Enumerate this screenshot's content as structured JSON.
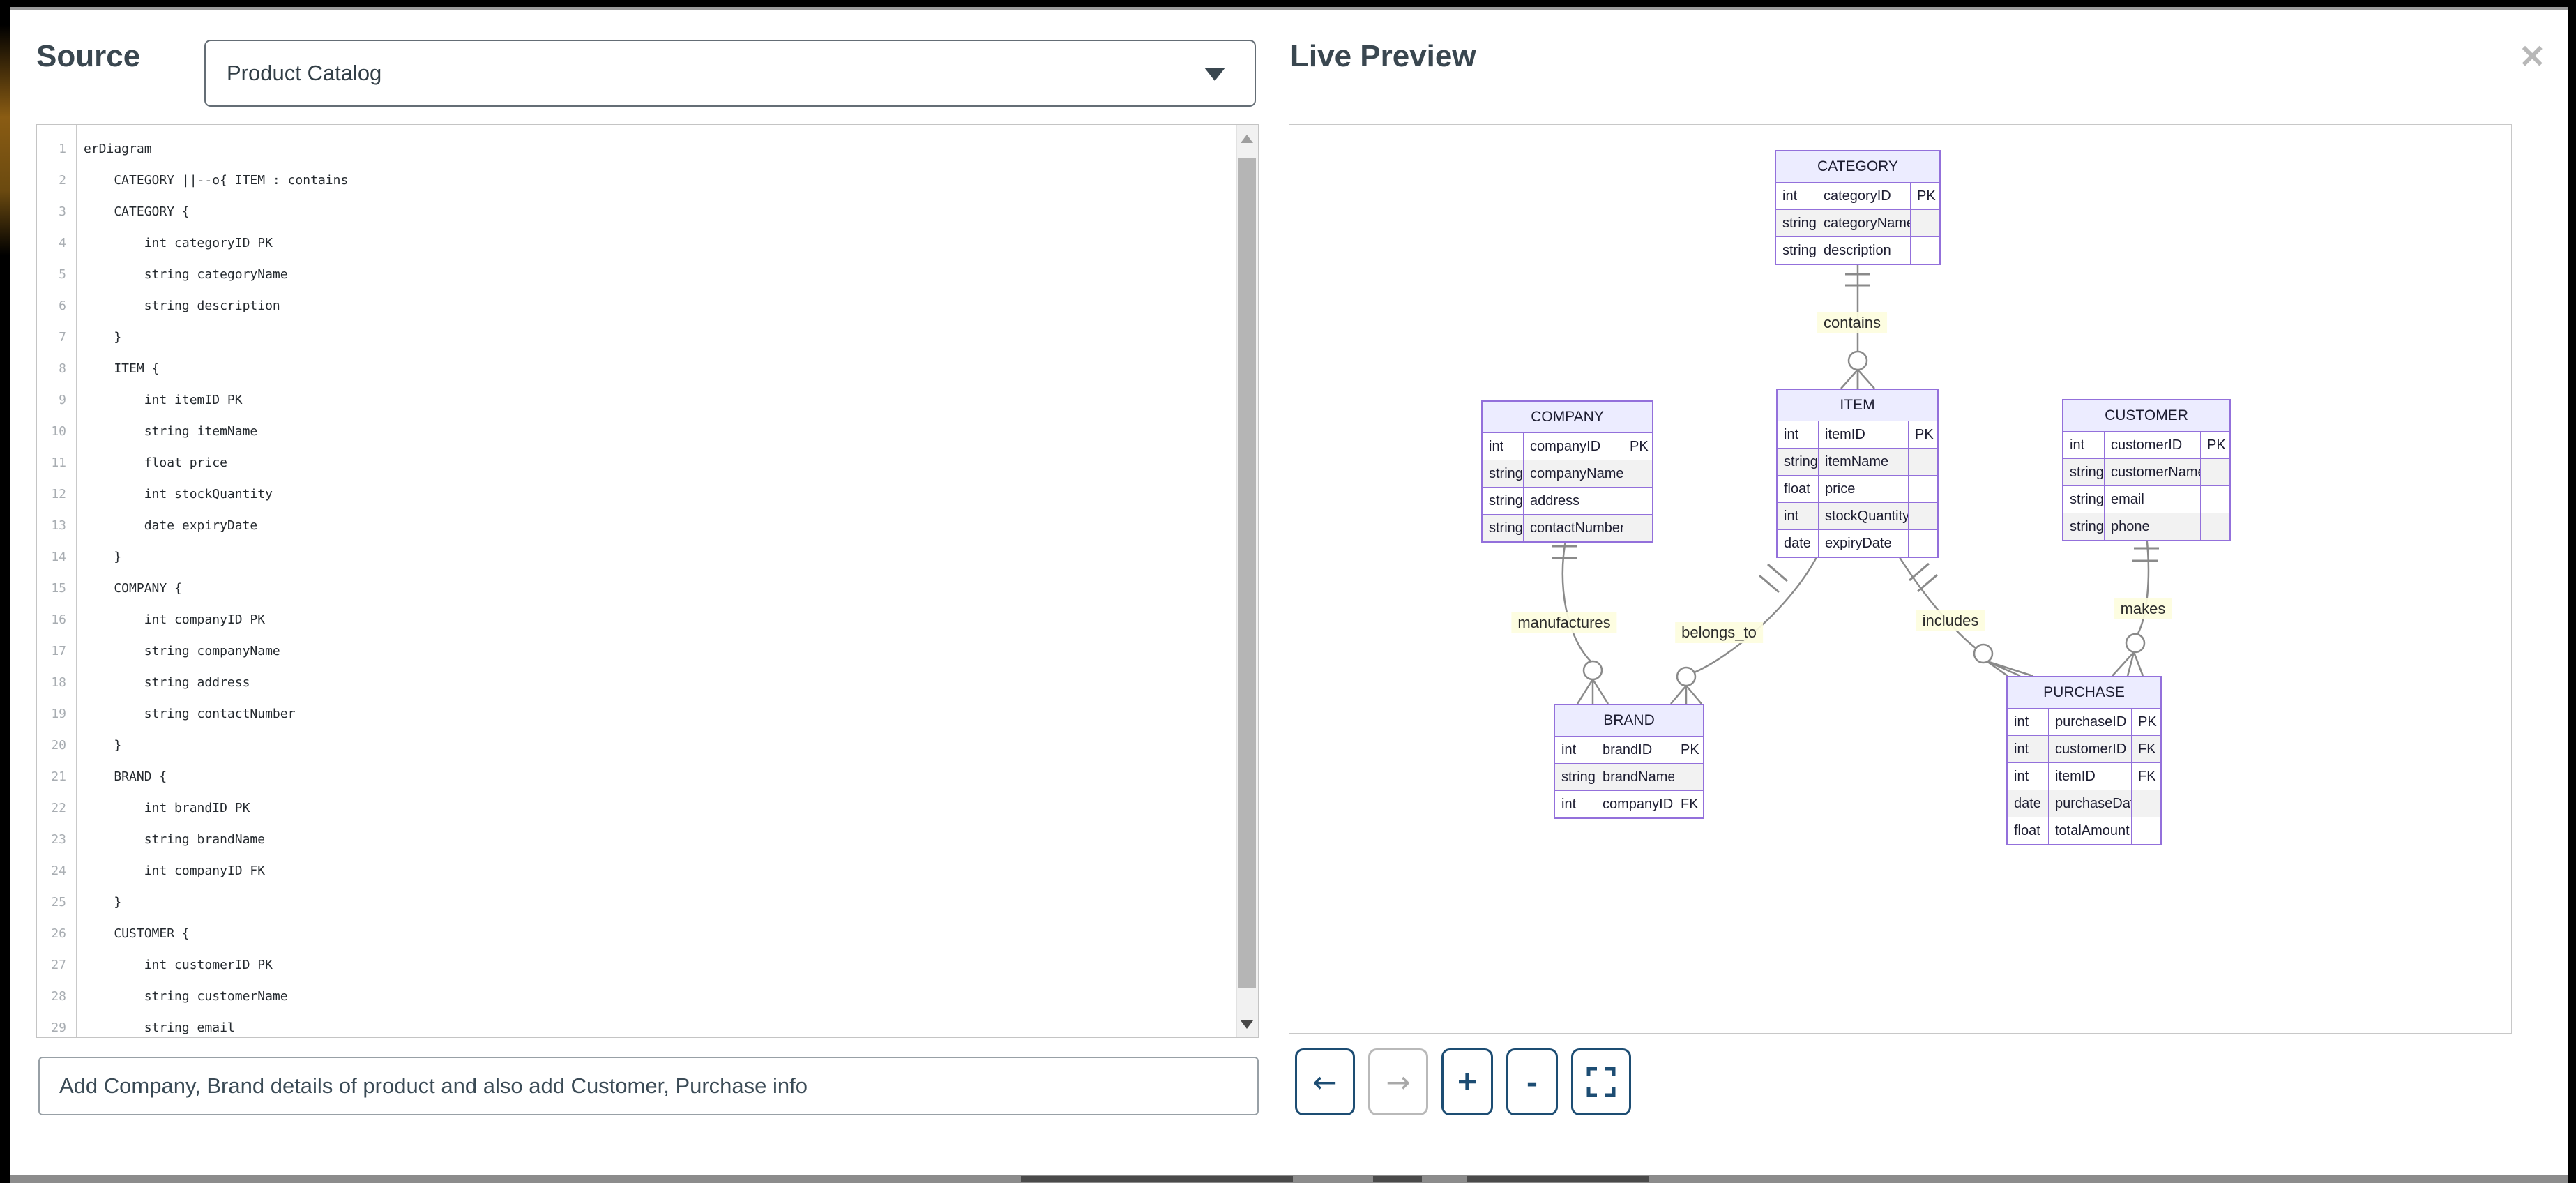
{
  "source_panel": {
    "label": "Source",
    "dropdown": {
      "value": "Product Catalog"
    },
    "editor": {
      "lines": [
        "erDiagram",
        "    CATEGORY ||--o{ ITEM : contains",
        "    CATEGORY {",
        "        int categoryID PK",
        "        string categoryName",
        "        string description",
        "    }",
        "    ITEM {",
        "        int itemID PK",
        "        string itemName",
        "        float price",
        "        int stockQuantity",
        "        date expiryDate",
        "    }",
        "    COMPANY {",
        "        int companyID PK",
        "        string companyName",
        "        string address",
        "        string contactNumber",
        "    }",
        "    BRAND {",
        "        int brandID PK",
        "        string brandName",
        "        int companyID FK",
        "    }",
        "    CUSTOMER {",
        "        int customerID PK",
        "        string customerName",
        "        string email"
      ]
    },
    "prompt": {
      "value": "Add Company, Brand details of product and also add Customer, Purchase info"
    }
  },
  "preview_panel": {
    "title": "Live Preview",
    "close_icon": "✕",
    "toolbar": [
      {
        "id": "undo",
        "glyph": "←",
        "disabled": false
      },
      {
        "id": "redo",
        "glyph": "→",
        "disabled": true
      },
      {
        "id": "zoom-in",
        "glyph": "+",
        "disabled": false
      },
      {
        "id": "zoom-out",
        "glyph": "-",
        "disabled": false
      },
      {
        "id": "fullscreen",
        "glyph": "fullscreen-icon",
        "disabled": false
      }
    ],
    "diagram": {
      "entities": [
        {
          "name": "CATEGORY",
          "rows": [
            [
              "int",
              "categoryID",
              "PK"
            ],
            [
              "string",
              "categoryName",
              ""
            ],
            [
              "string",
              "description",
              ""
            ]
          ]
        },
        {
          "name": "COMPANY",
          "rows": [
            [
              "int",
              "companyID",
              "PK"
            ],
            [
              "string",
              "companyName",
              ""
            ],
            [
              "string",
              "address",
              ""
            ],
            [
              "string",
              "contactNumber",
              ""
            ]
          ]
        },
        {
          "name": "ITEM",
          "rows": [
            [
              "int",
              "itemID",
              "PK"
            ],
            [
              "string",
              "itemName",
              ""
            ],
            [
              "float",
              "price",
              ""
            ],
            [
              "int",
              "stockQuantity",
              ""
            ],
            [
              "date",
              "expiryDate",
              ""
            ]
          ]
        },
        {
          "name": "CUSTOMER",
          "rows": [
            [
              "int",
              "customerID",
              "PK"
            ],
            [
              "string",
              "customerName",
              ""
            ],
            [
              "string",
              "email",
              ""
            ],
            [
              "string",
              "phone",
              ""
            ]
          ]
        },
        {
          "name": "BRAND",
          "rows": [
            [
              "int",
              "brandID",
              "PK"
            ],
            [
              "string",
              "brandName",
              ""
            ],
            [
              "int",
              "companyID",
              "FK"
            ]
          ]
        },
        {
          "name": "PURCHASE",
          "rows": [
            [
              "int",
              "purchaseID",
              "PK"
            ],
            [
              "int",
              "customerID",
              "FK"
            ],
            [
              "int",
              "itemID",
              "FK"
            ],
            [
              "date",
              "purchaseDate",
              ""
            ],
            [
              "float",
              "totalAmount",
              ""
            ]
          ]
        }
      ],
      "relationships": [
        {
          "from": "CATEGORY",
          "to": "ITEM",
          "label": "contains",
          "cardinality": "one-to-zero-or-many"
        },
        {
          "from": "COMPANY",
          "to": "BRAND",
          "label": "manufactures",
          "cardinality": "one-to-zero-or-many"
        },
        {
          "from": "ITEM",
          "to": "BRAND",
          "label": "belongs_to",
          "cardinality": "one-to-zero-or-many"
        },
        {
          "from": "ITEM",
          "to": "PURCHASE",
          "label": "includes",
          "cardinality": "one-to-zero-or-many"
        },
        {
          "from": "CUSTOMER",
          "to": "PURCHASE",
          "label": "makes",
          "cardinality": "one-to-zero-or-many"
        }
      ]
    }
  },
  "colors": {
    "entity_border": "#9370DB",
    "entity_header_bg": "#ECECFF",
    "entity_alt_row_bg": "#f2f2f2",
    "relationship_line": "#8a8a8a",
    "button_navy": "#1d4d73",
    "title_text": "#3a4750"
  }
}
